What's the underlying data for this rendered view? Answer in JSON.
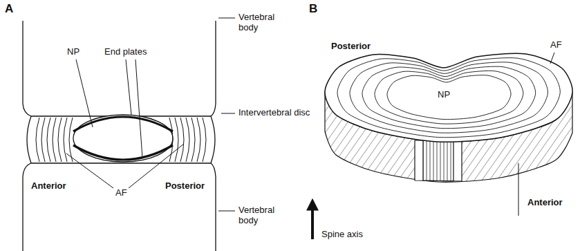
{
  "diagram": {
    "labels": [
      "A",
      "B",
      "NP",
      "End plates",
      "Vertebral body",
      "Intervertebral disc",
      "Anterior",
      "AF",
      "Posterior",
      "Vertebral body",
      "Posterior",
      "AF",
      "NP",
      "Anterior",
      "Spine axis"
    ]
  }
}
